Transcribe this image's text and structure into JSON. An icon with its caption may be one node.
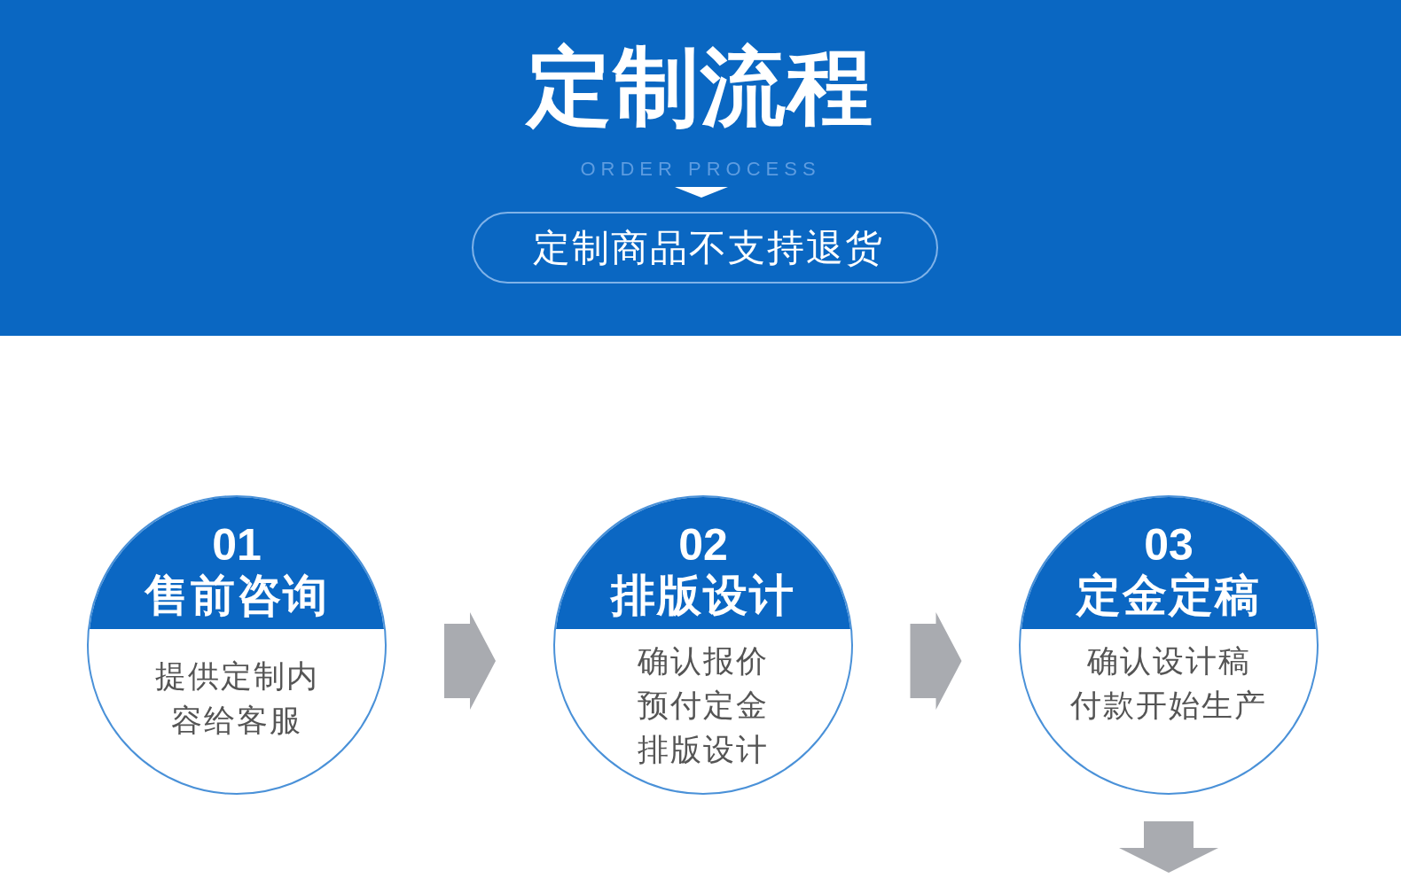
{
  "diagram": {
    "title": "定制流程",
    "nodes": [
      {
        "text": [
          "定制商品不支持退货"
        ]
      },
      {
        "text": [
          "01",
          "售前咨询",
          "提供定制内容给客服"
        ]
      },
      {
        "text": [
          "02",
          "排版设计",
          "确认报价",
          "预付定金",
          "排版设计"
        ]
      },
      {
        "text": [
          "03",
          "定金定稿",
          "确认设计稿",
          "付款开始生产"
        ]
      }
    ],
    "edges": [
      {
        "from": 1,
        "to": 2,
        "arrow": "to"
      },
      {
        "from": 2,
        "to": 3,
        "arrow": "to"
      },
      {
        "from": 3,
        "to": null,
        "arrow": "to"
      }
    ],
    "labels": [
      "ORDER PROCESS"
    ]
  }
}
